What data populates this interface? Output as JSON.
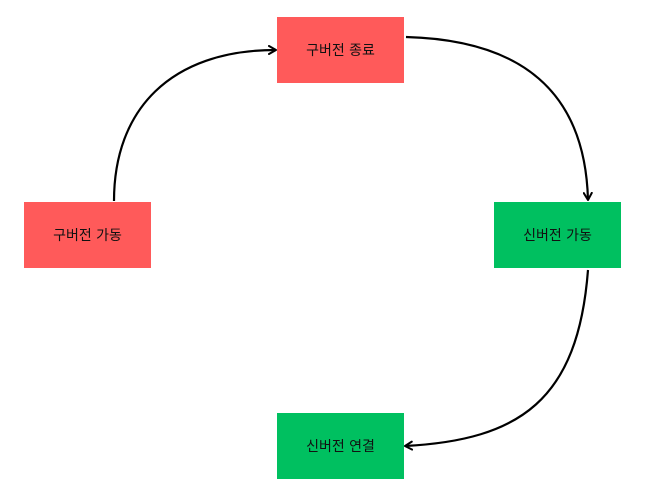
{
  "nodes": [
    {
      "label": "구버전 종료",
      "color": "#FF5A5A"
    },
    {
      "label": "신버전 가동",
      "color": "#00C060"
    },
    {
      "label": "신버전 연결",
      "color": "#00C060"
    },
    {
      "label": "구버전 가동",
      "color": "#FF5A5A"
    }
  ],
  "edges": [
    {
      "from": "구버전 가동",
      "to": "구버전 종료"
    },
    {
      "from": "구버전 종료",
      "to": "신버전 가동"
    },
    {
      "from": "신버전 가동",
      "to": "신버전 연결"
    }
  ],
  "colors": {
    "edge": "#000000",
    "text": "#111111",
    "background": "#FFFFFF"
  }
}
